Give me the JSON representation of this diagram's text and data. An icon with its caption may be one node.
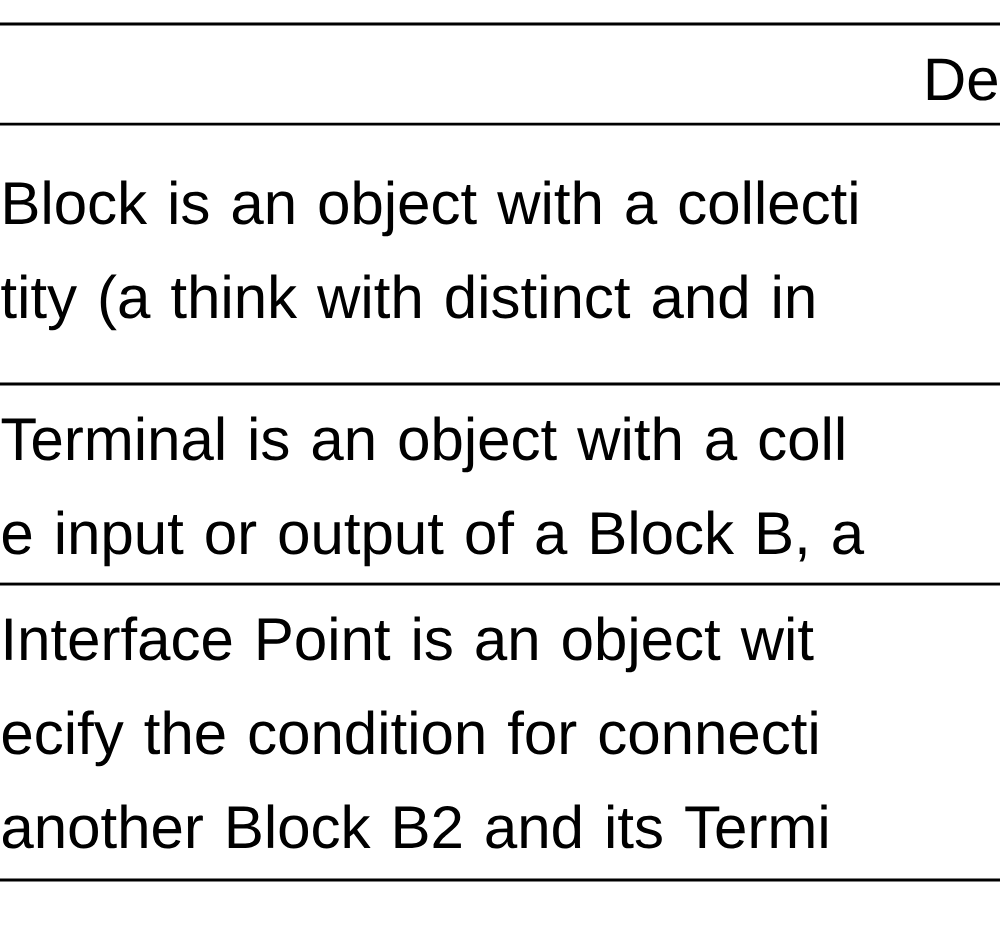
{
  "diagram": {
    "labels": [
      "De",
      "Block is an object with a collecti tity (a think with distinct and in",
      "Terminal is an object with a coll e input or output of a Block B, a",
      "Interface Point is an object wit ecify the condition for connecti another Block B2 and its Termi"
    ]
  }
}
